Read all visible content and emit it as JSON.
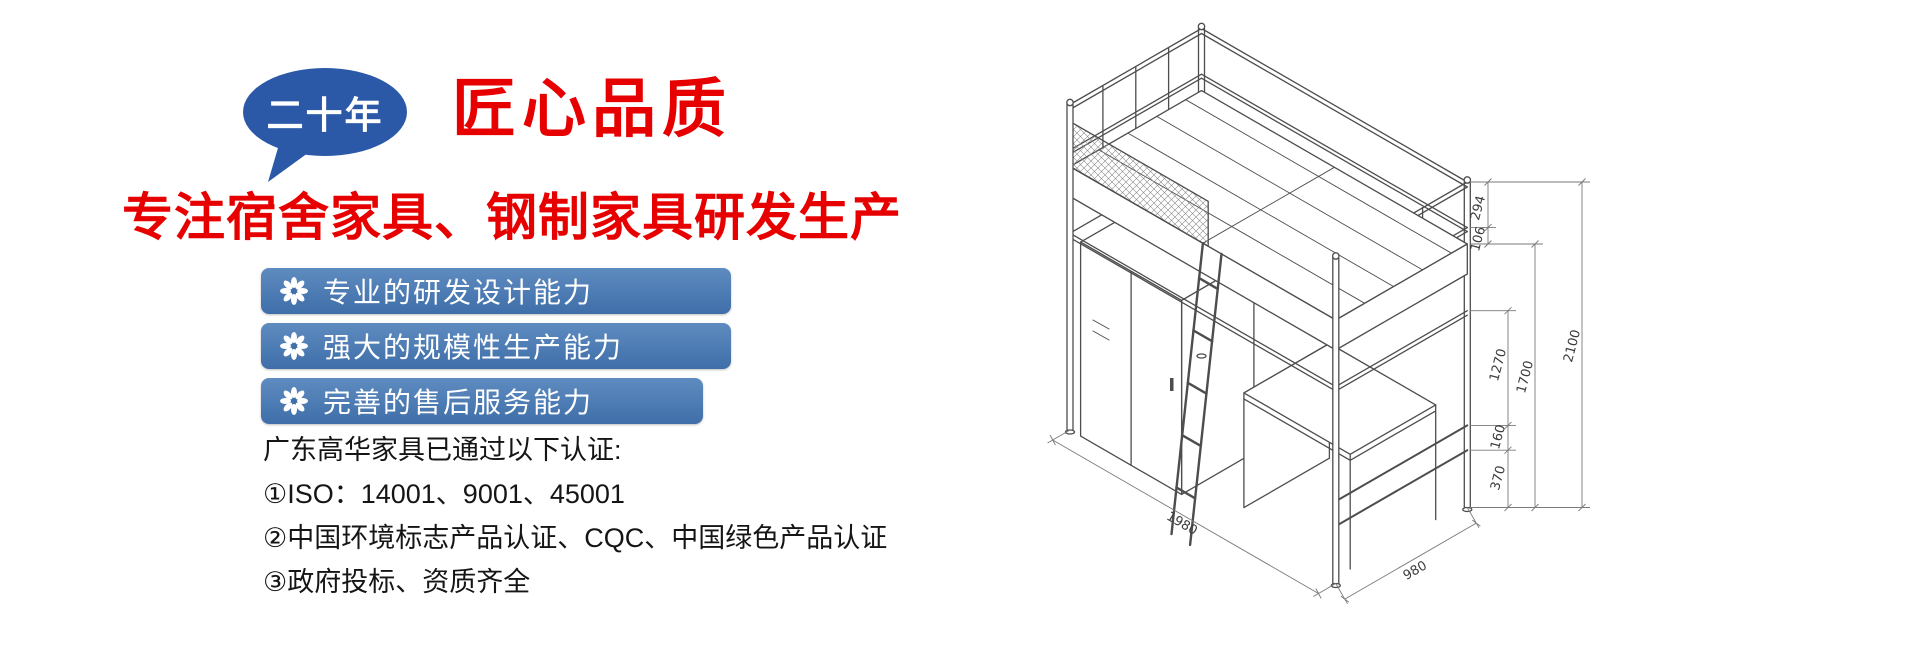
{
  "banner": {
    "badge": "二十年",
    "title": "匠心品质",
    "subtitle": "专注宿舍家具、钢制家具研发生产",
    "features": [
      {
        "label": "专业的研发设计能力"
      },
      {
        "label": "强大的规模性生产能力"
      },
      {
        "label": "完善的售后服务能力"
      }
    ],
    "certifications": {
      "heading": "广东高华家具已通过以下认证:",
      "items": [
        {
          "text": "①ISO：14001、9001、45001"
        },
        {
          "text": "②中国环境标志产品认证、CQC、中国绿色产品认证"
        },
        {
          "text": "③政府投标、资质齐全"
        }
      ]
    }
  },
  "diagram": {
    "label": "loft-bed-dimension-drawing",
    "dims": {
      "v294": "294",
      "v106": "106",
      "v1270": "1270",
      "v1700": "1700",
      "v2100": "2100",
      "v160": "160",
      "v370": "370",
      "length": "1980",
      "depth": "980"
    }
  },
  "colors": {
    "accent_red": "#e60000",
    "badge_blue": "#2b59a8",
    "bar_blue_top": "#5e8cc0",
    "bar_blue_bottom": "#3f6ea9",
    "line_gray": "#4d4d4d"
  }
}
